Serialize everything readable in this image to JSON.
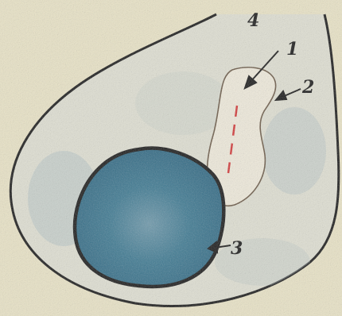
{
  "figure": {
    "labels": [
      {
        "text": "4"
      },
      {
        "text": "1"
      },
      {
        "text": "2"
      },
      {
        "text": "3"
      }
    ],
    "colors": {
      "paper": "#e9e3c6",
      "outline": "#1c1c1c",
      "stipple": "#c8ccc4",
      "dense_region": "#3f7a92",
      "dashed_line": "#d23a3a"
    }
  }
}
